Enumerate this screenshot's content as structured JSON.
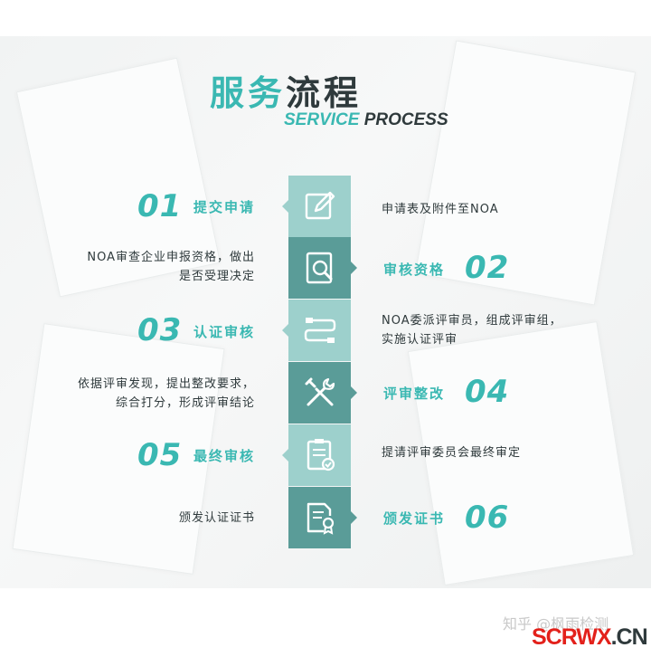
{
  "header": {
    "title_part1": "服务",
    "title_part2": "流程",
    "subtitle_part1": "SERVICE",
    "subtitle_part2": " PROCESS"
  },
  "colors": {
    "accent": "#3ab8b2",
    "tile_light": "#9dd0cc",
    "tile_dark": "#5a9c98",
    "text": "#2f3a3c"
  },
  "steps": [
    {
      "num": "01",
      "label": "提交申请",
      "desc_lines": [
        "申请表及附件至NOA"
      ],
      "icon": "pencil-edit-icon"
    },
    {
      "num": "02",
      "label": "审核资格",
      "desc_lines": [
        "NOA审查企业申报资格，做出",
        "是否受理决定"
      ],
      "icon": "document-search-icon"
    },
    {
      "num": "03",
      "label": "认证审核",
      "desc_lines": [
        "NOA委派评审员，组成评审组，",
        "实施认证评审"
      ],
      "icon": "flow-path-icon"
    },
    {
      "num": "04",
      "label": "评审整改",
      "desc_lines": [
        "依据评审发现，提出整改要求，",
        "综合打分，形成评审结论"
      ],
      "icon": "tools-icon"
    },
    {
      "num": "05",
      "label": "最终审核",
      "desc_lines": [
        "提请评审委员会最终审定"
      ],
      "icon": "checklist-icon"
    },
    {
      "num": "06",
      "label": "颁发证书",
      "desc_lines": [
        "颁发认证证书"
      ],
      "icon": "certificate-icon"
    }
  ],
  "watermark": "知乎 @枫雨检测",
  "brand": {
    "part1": "SCRWX",
    "part2": ".CN"
  }
}
